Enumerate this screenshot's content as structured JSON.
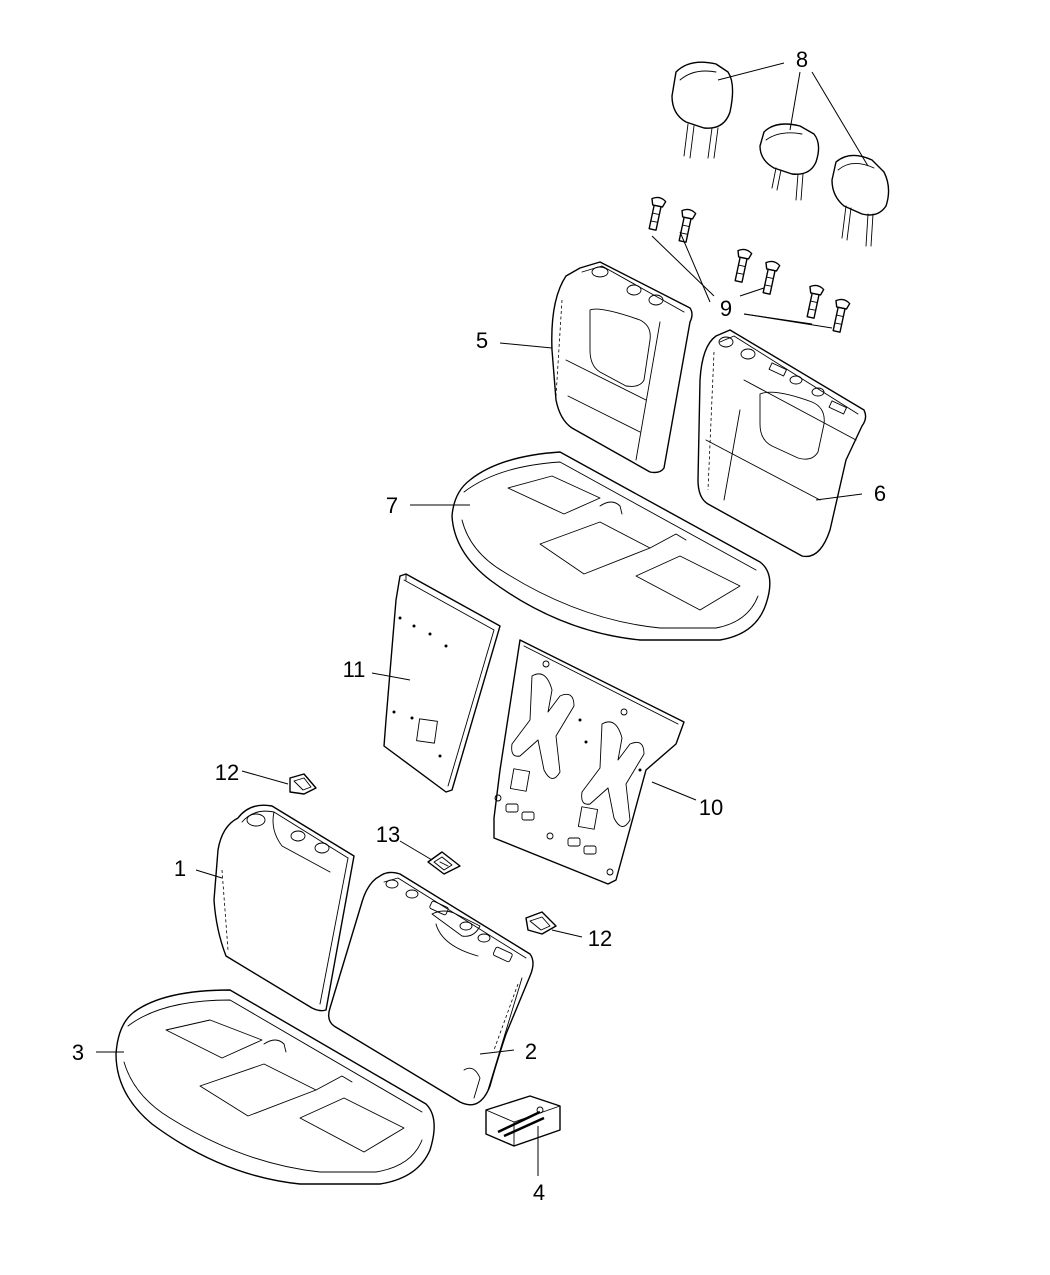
{
  "callouts": [
    {
      "id": "1",
      "text": "1"
    },
    {
      "id": "2",
      "text": "2"
    },
    {
      "id": "3",
      "text": "3"
    },
    {
      "id": "4",
      "text": "4"
    },
    {
      "id": "5",
      "text": "5"
    },
    {
      "id": "6",
      "text": "6"
    },
    {
      "id": "7",
      "text": "7"
    },
    {
      "id": "8",
      "text": "8"
    },
    {
      "id": "9",
      "text": "9"
    },
    {
      "id": "10",
      "text": "10"
    },
    {
      "id": "11",
      "text": "11"
    },
    {
      "id": "12a",
      "text": "12"
    },
    {
      "id": "12b",
      "text": "12"
    },
    {
      "id": "13",
      "text": "13"
    }
  ]
}
